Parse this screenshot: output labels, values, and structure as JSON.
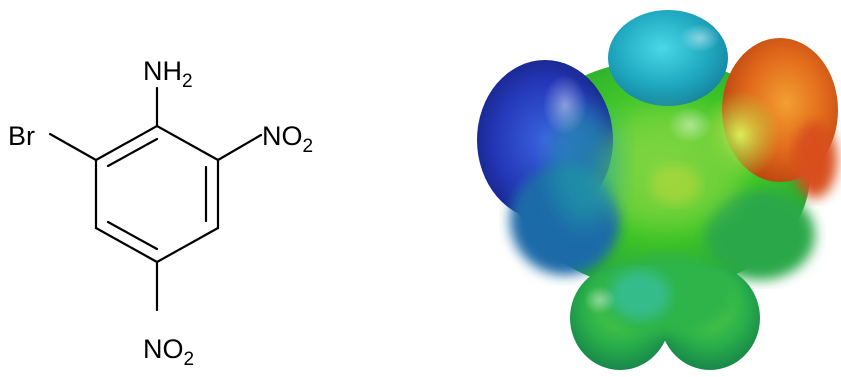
{
  "molecule": {
    "substituents": {
      "amino": {
        "main": "NH",
        "sub": "2"
      },
      "bromo": {
        "main": "Br"
      },
      "nitro_right": {
        "main": "NO",
        "sub": "2"
      },
      "nitro_bottom": {
        "main": "NO",
        "sub": "2"
      }
    }
  },
  "colors": {
    "map_low": "#1a2fb0",
    "map_mid": "#38c41e",
    "map_high": "#e0561a"
  }
}
